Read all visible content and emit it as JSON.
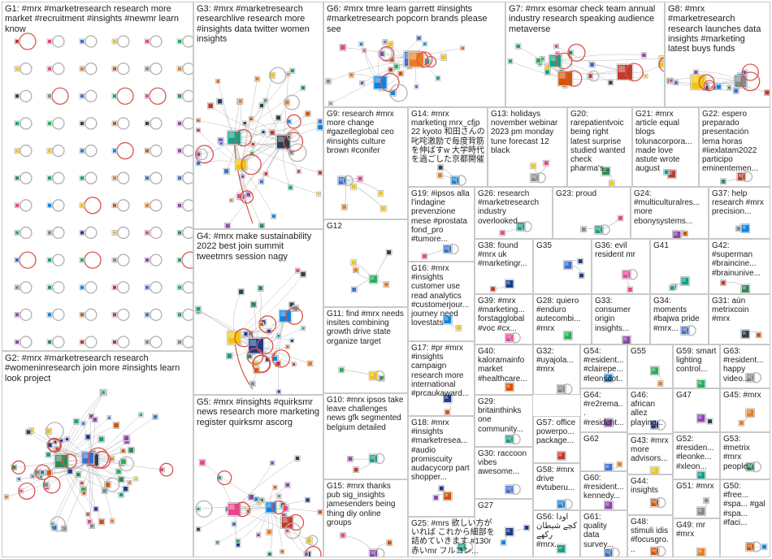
{
  "groups": [
    {
      "id": "G1",
      "label": "G1: #mrx #marketresearch research more market #recruitment #insights #newmr learn know",
      "kind": "grid"
    },
    {
      "id": "G2",
      "label": "G2: #mrx #marketresearch research #womeninresearch join more #insights learn look project",
      "kind": "hub"
    },
    {
      "id": "G3",
      "label": "G3: #mrx #marketresearch researchlive research more #insights data twitter women insights",
      "kind": "hub"
    },
    {
      "id": "G4",
      "label": "G4: #mrx make sustainability 2022 best join summit tweetmrs session nagy",
      "kind": "hub"
    },
    {
      "id": "G5",
      "label": "G5: #mrx #insights #quirksmr news research more marketing register quirksmr ascorg",
      "kind": "hub"
    },
    {
      "id": "G6",
      "label": "G6: #mrx tmre learn garrett #insights #marketresearch popcorn brands please see",
      "kind": "hub"
    },
    {
      "id": "G7",
      "label": "G7: #mrx esomar check team annual industry research speaking audience metaverse",
      "kind": "hub"
    },
    {
      "id": "G8",
      "label": "G8: #mrx #marketresearch research launches data insights #marketing latest buys funds",
      "kind": "hub"
    },
    {
      "id": "G9",
      "label": "G9: research #mrx more change #gazelleglobal ceo #insights culture brown #conifer",
      "kind": "small"
    },
    {
      "id": "G10",
      "label": "G10: #mrx ipsos take leave challenges news gfk segmented belgium detailed",
      "kind": "small"
    },
    {
      "id": "G11",
      "label": "G11: find #mrx needs insites combining growth drive state organize target",
      "kind": "small"
    },
    {
      "id": "G12",
      "label": "G12",
      "kind": "small"
    },
    {
      "id": "G13",
      "label": "G13: holidays november webinar 2023 pm monday tune forecast 12 black",
      "kind": "small"
    },
    {
      "id": "G14",
      "label": "G14: #mrx marketing mrx_cfjp 22 kyoto 和田さんの叱咤激励で毎度背筋を伸ばすw 大学時代を過ごした京都開催",
      "kind": "small"
    },
    {
      "id": "G15",
      "label": "G15: #mrx thanks pub sig_insights jamesenders being thing diy online groups",
      "kind": "small"
    },
    {
      "id": "G16",
      "label": "G16: #mrx #insights customer use read analytics #customerjour... journey need lovestats",
      "kind": "small"
    },
    {
      "id": "G17",
      "label": "G17: #pr #mrx #insights campaign research more international #prcaukaward...",
      "kind": "small"
    },
    {
      "id": "G18",
      "label": "G18: #mrx #insights #marketresea... #audio promiscuity audacycorp part shopper...",
      "kind": "small"
    },
    {
      "id": "G19",
      "label": "G19: #ipsos alla l'indagine prevenzione mese #prostata fond_pro #tumore...",
      "kind": "small"
    },
    {
      "id": "G20",
      "label": "G20: rarepatientvoic being right latest surprise studied wanted check pharma's...",
      "kind": "small"
    },
    {
      "id": "G21",
      "label": "G21: #mrx article equal blogs tolunacorpora... made love astute wrote august",
      "kind": "small"
    },
    {
      "id": "G22",
      "label": "G22: espero preparado presentación lema horas #iiexlatam2022 participo eminentemen...",
      "kind": "small"
    },
    {
      "id": "G23",
      "label": "G23: proud",
      "kind": "small"
    },
    {
      "id": "G24",
      "label": "G24: #multiculturalres... more ebonysystems...",
      "kind": "small"
    },
    {
      "id": "G25",
      "label": "G25: #mrs 欲しい方がいれば これから細部を詰めていきます #130r 赤いmr フルコン...",
      "kind": "small"
    },
    {
      "id": "G26",
      "label": "G26: research #marketresearch industry overlooked...",
      "kind": "small"
    },
    {
      "id": "G27",
      "label": "G27",
      "kind": "small"
    },
    {
      "id": "G28",
      "label": "G28: quiero #enduro autecombi... #mrx",
      "kind": "small"
    },
    {
      "id": "G29",
      "label": "G29: britainthinks one community...",
      "kind": "small"
    },
    {
      "id": "G30",
      "label": "G30: raccoon vibes awesome...",
      "kind": "small"
    },
    {
      "id": "G31",
      "label": "G31: aún metrixcoin #mrx",
      "kind": "small"
    },
    {
      "id": "G32",
      "label": "G32: #uyajola... #mrx",
      "kind": "small"
    },
    {
      "id": "G33",
      "label": "G33: consumer origin insights...",
      "kind": "small"
    },
    {
      "id": "G34",
      "label": "G34: moments #bajwa pride #mrx...",
      "kind": "small"
    },
    {
      "id": "G35",
      "label": "G35",
      "kind": "small"
    },
    {
      "id": "G36",
      "label": "G36: evil resident mr",
      "kind": "small"
    },
    {
      "id": "G37",
      "label": "G37: help research #mrx precision...",
      "kind": "small"
    },
    {
      "id": "G38",
      "label": "G38: found #mrx uk #marketingr...",
      "kind": "small"
    },
    {
      "id": "G39",
      "label": "G39: #mrx #marketing... forstagglobal #voc #cx...",
      "kind": "small"
    },
    {
      "id": "G40",
      "label": "G40: kaloramainfo market #healthcare...",
      "kind": "small"
    },
    {
      "id": "G41",
      "label": "G41",
      "kind": "small"
    },
    {
      "id": "G42",
      "label": "G42: #superman #braincine... #brainunive...",
      "kind": "small"
    },
    {
      "id": "G43",
      "label": "G43: #mrx more advisors...",
      "kind": "small"
    },
    {
      "id": "G44",
      "label": "G44: insights",
      "kind": "small"
    },
    {
      "id": "G45",
      "label": "G45: #mrx",
      "kind": "small"
    },
    {
      "id": "G46",
      "label": "G46: african allez playing...",
      "kind": "small"
    },
    {
      "id": "G47",
      "label": "G47",
      "kind": "small"
    },
    {
      "id": "G48",
      "label": "G48: stimuli idis #focusgro...",
      "kind": "small"
    },
    {
      "id": "G49",
      "label": "G49: mr #mrx",
      "kind": "small"
    },
    {
      "id": "G50",
      "label": "G50: #free... #spa... #gal #spa... #faci...",
      "kind": "small"
    },
    {
      "id": "G51",
      "label": "G51: #mrx",
      "kind": "small"
    },
    {
      "id": "G52",
      "label": "G52: #residen... #leonke... #xleon...",
      "kind": "small"
    },
    {
      "id": "G53",
      "label": "G53: #metrix #mrx people...",
      "kind": "small"
    },
    {
      "id": "G54",
      "label": "G54: #resident... #claireре... #leonscot...",
      "kind": "small"
    },
    {
      "id": "G55",
      "label": "G55",
      "kind": "small"
    },
    {
      "id": "G56",
      "label": "G56: اودا کچے شیطان رکھے #mrx...",
      "kind": "small"
    },
    {
      "id": "G57",
      "label": "G57: office powerpo... package...",
      "kind": "small"
    },
    {
      "id": "G58",
      "label": "G58: #mrx drive #vtuberu...",
      "kind": "small"
    },
    {
      "id": "G59",
      "label": "G59: smart lighting control...",
      "kind": "small"
    },
    {
      "id": "G60",
      "label": "G60: #resident... kennedy...",
      "kind": "small"
    },
    {
      "id": "G61",
      "label": "G61: quality data survey...",
      "kind": "small"
    },
    {
      "id": "G62",
      "label": "G62",
      "kind": "small"
    },
    {
      "id": "G63",
      "label": "G63: #resident... happy video...",
      "kind": "small"
    },
    {
      "id": "G64",
      "label": "G64: #re2rema... #resident...",
      "kind": "small"
    }
  ],
  "colors": {
    "border": "#c9c9c9",
    "edge": "#b8b8b8",
    "edge_dark": "#8a8a8a",
    "selfloop": "#d9534f",
    "highlight_edge": "#c0392b",
    "node_palette": [
      "#1b3a8c",
      "#3b6fd0",
      "#2e8b57",
      "#c0392b",
      "#e67e22",
      "#8e44ad",
      "#16a085",
      "#d35400",
      "#7f8c8d",
      "#2c3e50",
      "#27ae60",
      "#f1c40f",
      "#e84393",
      "#0984e3"
    ]
  }
}
